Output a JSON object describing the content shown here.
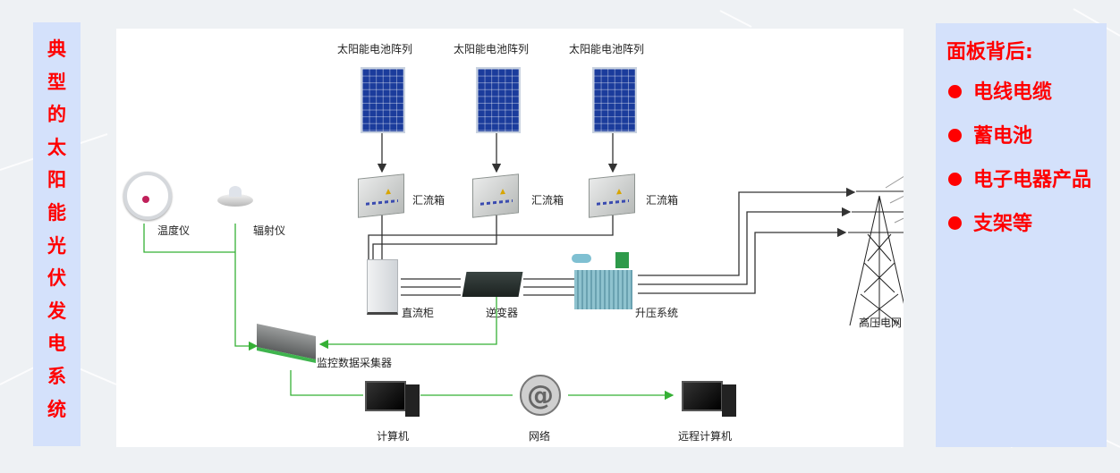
{
  "left_panel": {
    "title_chars": [
      "典",
      "型",
      "的",
      "太",
      "阳",
      "能",
      "光",
      "伏",
      "发",
      "电",
      "系",
      "统"
    ],
    "color": "#ff0000",
    "background": "#d4e1fb"
  },
  "right_panel": {
    "title": "面板背后:",
    "items": [
      "电线电缆",
      "蓄电池",
      "电子电器产品",
      "支架等"
    ],
    "color": "#ff0000",
    "background": "#d4e1fb"
  },
  "diagram": {
    "solar_arrays": [
      {
        "label": "太阳能电池阵列"
      },
      {
        "label": "太阳能电池阵列"
      },
      {
        "label": "太阳能电池阵列"
      }
    ],
    "combiner_boxes": [
      {
        "label": "汇流箱"
      },
      {
        "label": "汇流箱"
      },
      {
        "label": "汇流箱"
      }
    ],
    "sensors": {
      "thermometer": "温度仪",
      "radiometer": "辐射仪"
    },
    "dc_cabinet": "直流柜",
    "inverter": "逆变器",
    "step_up": "升压系统",
    "grid": "高压电网",
    "collector": "监控数据采集器",
    "computer": "计算机",
    "network": "网络",
    "remote_computer": "远程计算机",
    "colors": {
      "power_line": "#333333",
      "data_line": "#35b035"
    }
  }
}
